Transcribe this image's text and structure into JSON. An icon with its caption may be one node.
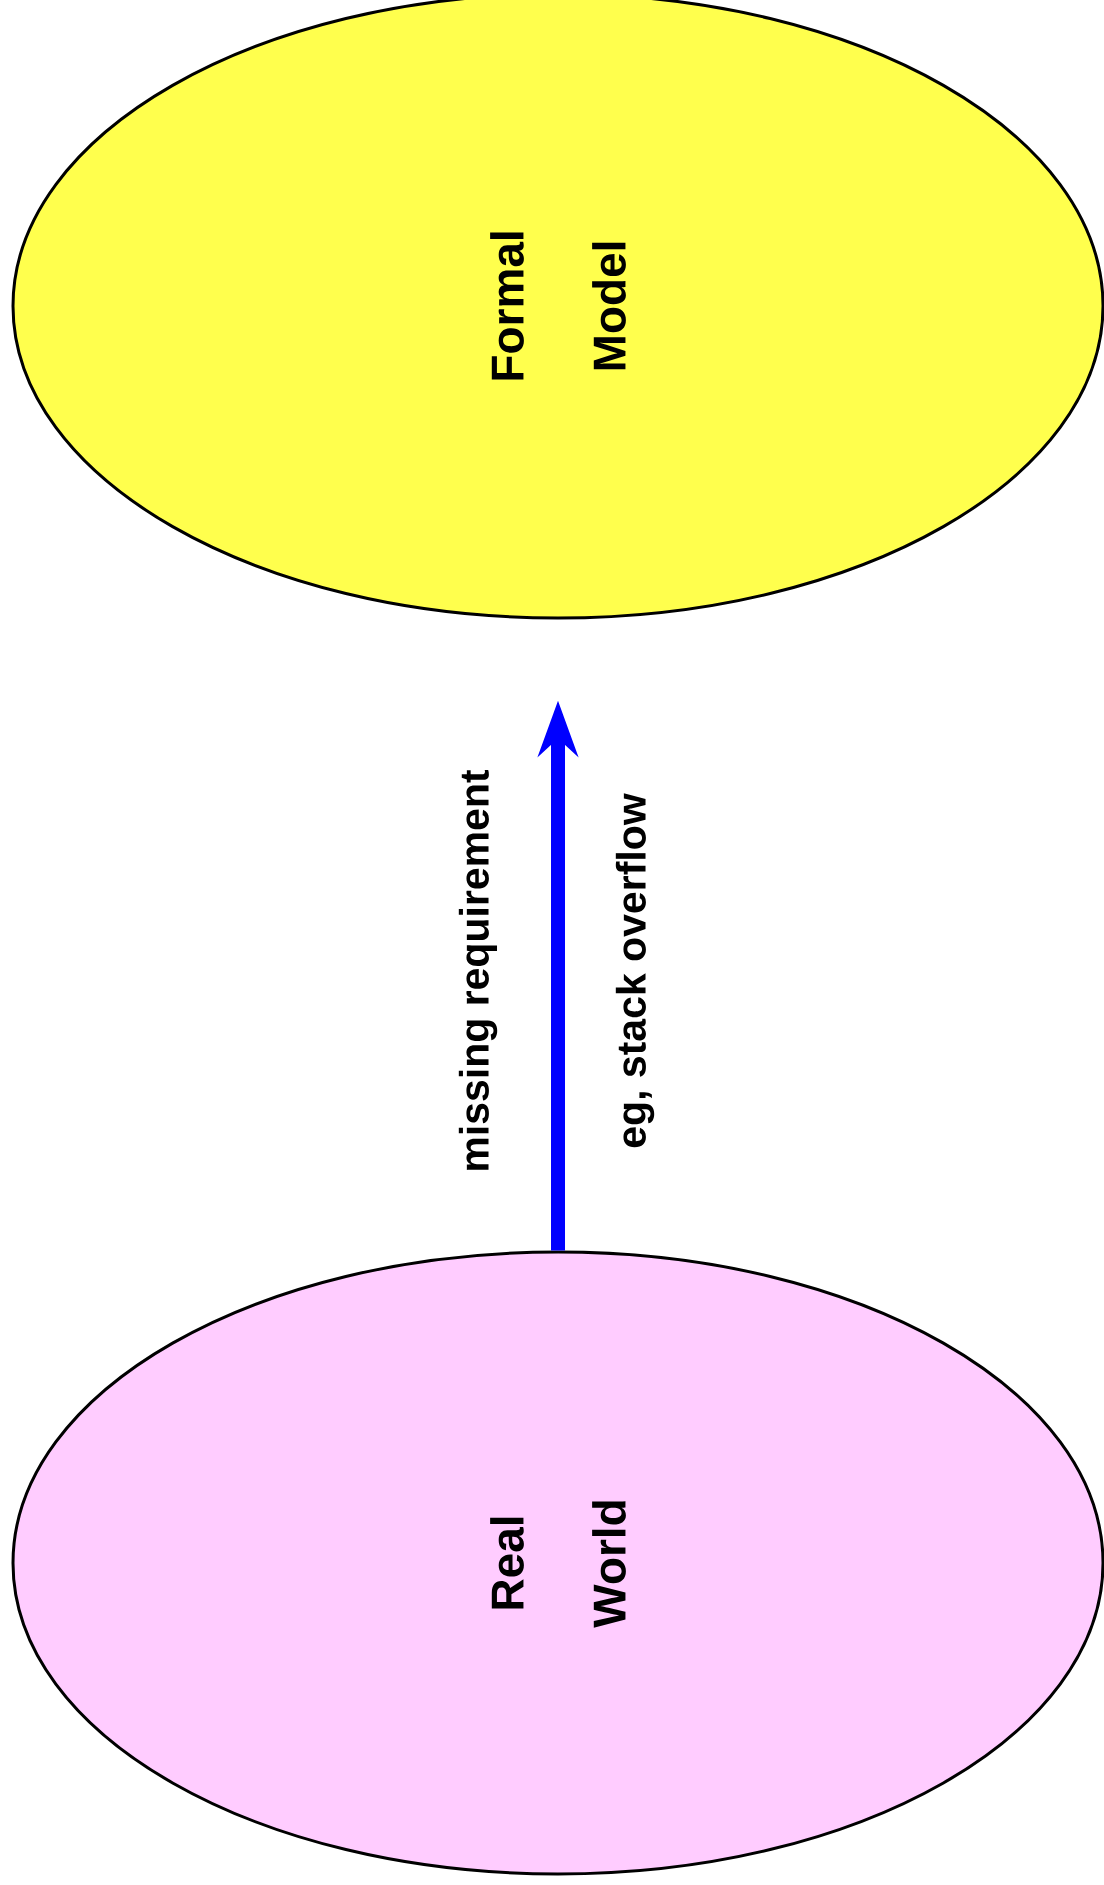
{
  "diagram": {
    "nodes": [
      {
        "text": [
          "Formal Model"
        ]
      },
      {
        "text": [
          "Real World"
        ]
      }
    ],
    "edges": [
      {
        "from": 1,
        "to": 0,
        "arrow": "to",
        "label": "missing requirement",
        "color": "#0000ff"
      }
    ],
    "labels": [
      "eg, stack overflow"
    ]
  }
}
